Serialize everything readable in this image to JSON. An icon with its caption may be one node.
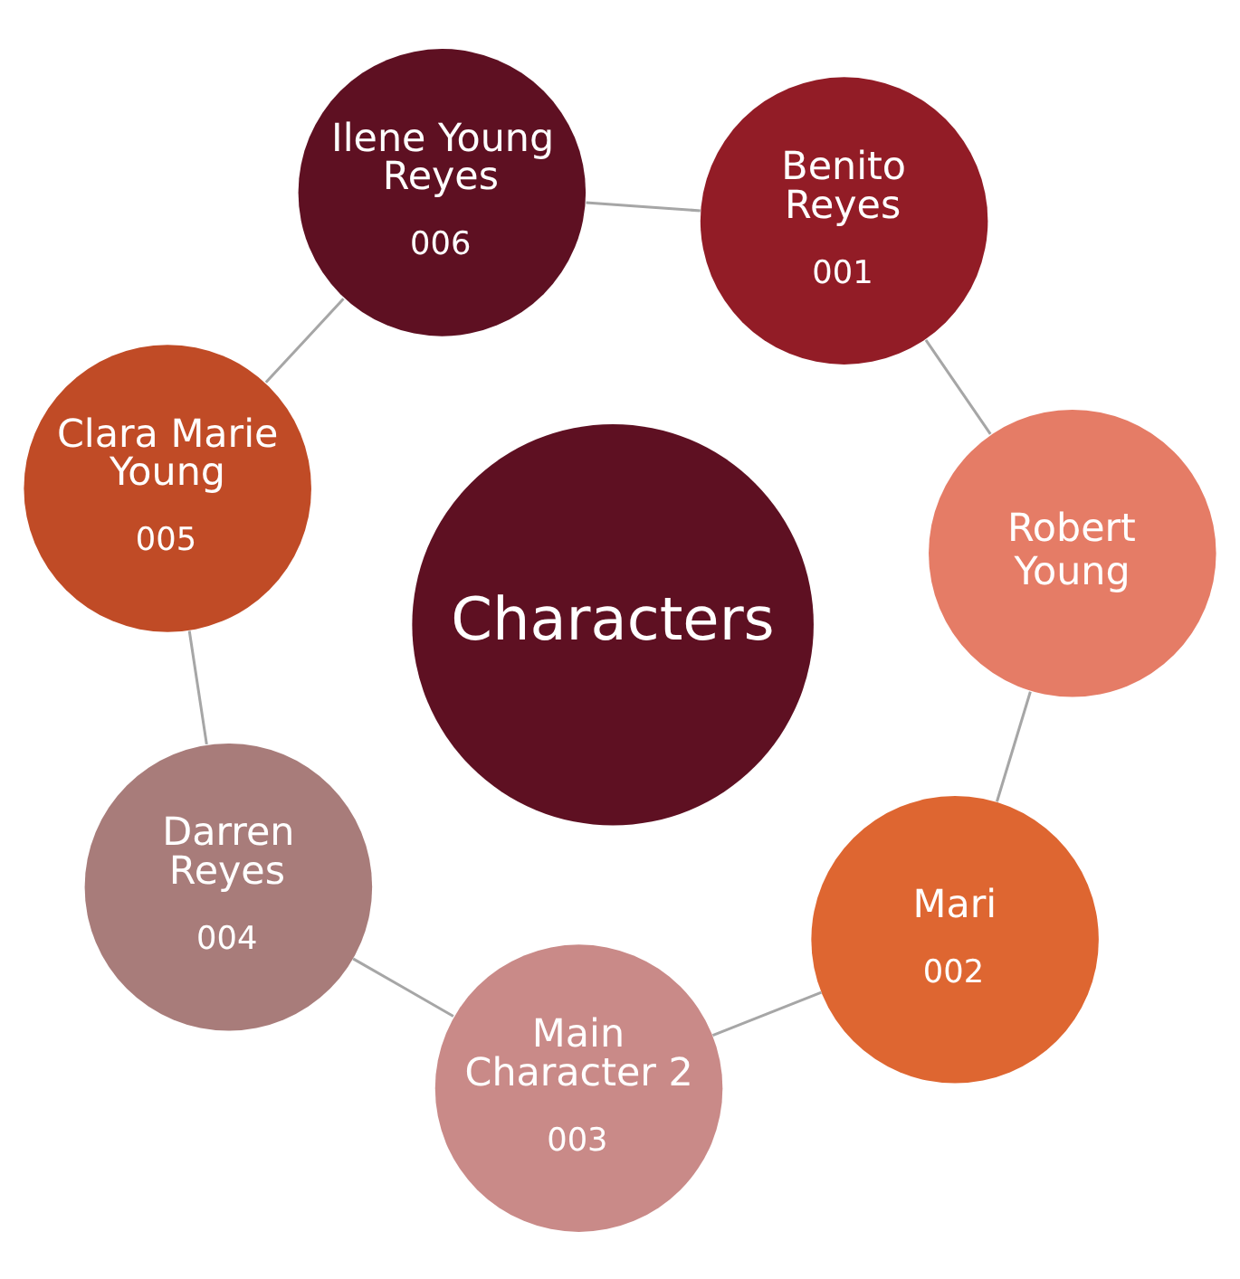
{
  "diagram": {
    "nodes": [
      {
        "text": [
          "Clara Marie Young",
          "005"
        ]
      },
      {
        "text": [
          "Ilene Young Reyes",
          "006"
        ]
      },
      {
        "text": [
          "Darren Reyes",
          "004"
        ]
      },
      {
        "text": [
          "Characters"
        ]
      },
      {
        "text": [
          "Benito Reyes",
          "001"
        ]
      },
      {
        "text": [
          "Main Character 2",
          "003"
        ]
      },
      {
        "text": [
          "Robert Young"
        ]
      },
      {
        "text": [
          "Mari",
          "002"
        ]
      }
    ],
    "edges": [
      {
        "from": 0,
        "to": 1,
        "arrow": "none"
      },
      {
        "from": 1,
        "to": 4,
        "arrow": "none"
      },
      {
        "from": 4,
        "to": 6,
        "arrow": "none"
      },
      {
        "from": 6,
        "to": 7,
        "arrow": "none"
      },
      {
        "from": 7,
        "to": 5,
        "arrow": "none"
      },
      {
        "from": 5,
        "to": 2,
        "arrow": "none"
      },
      {
        "from": 2,
        "to": 0,
        "arrow": "none"
      }
    ]
  }
}
